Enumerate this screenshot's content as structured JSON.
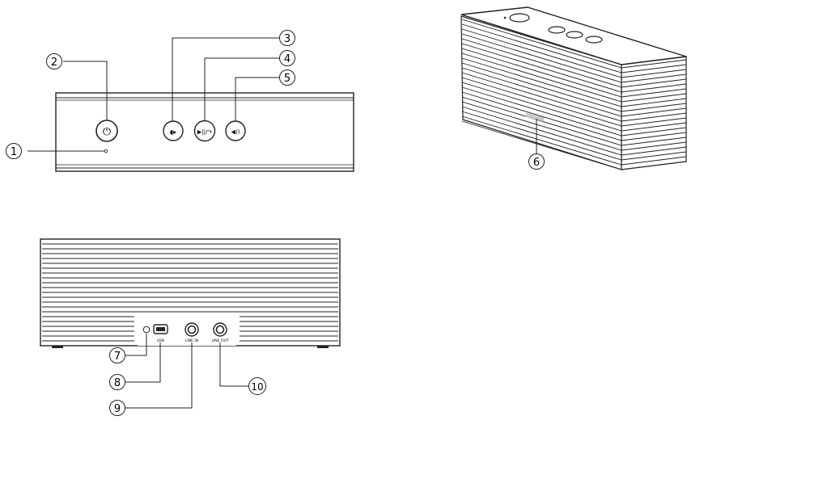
{
  "callouts": {
    "c1": "1",
    "c2": "2",
    "c3": "3",
    "c4": "4",
    "c5": "5",
    "c6": "6",
    "c7": "7",
    "c8": "8",
    "c9": "9",
    "c10": "10"
  },
  "button_icons": {
    "power": "power-icon",
    "prev": "volume-down-icon",
    "play": "play-pause-call-icon",
    "next": "volume-up-icon"
  },
  "button_glyphs": {
    "power": "⏻",
    "prev": "◖▸",
    "play": "▶||/↷",
    "next": "◀))"
  },
  "port_labels": {
    "usb": "USB",
    "line_in": "LINE IN",
    "line_out": "LINE OUT"
  },
  "colors": {
    "line": "#222222",
    "fill": "#ffffff",
    "shade": "#d8d8d8"
  }
}
